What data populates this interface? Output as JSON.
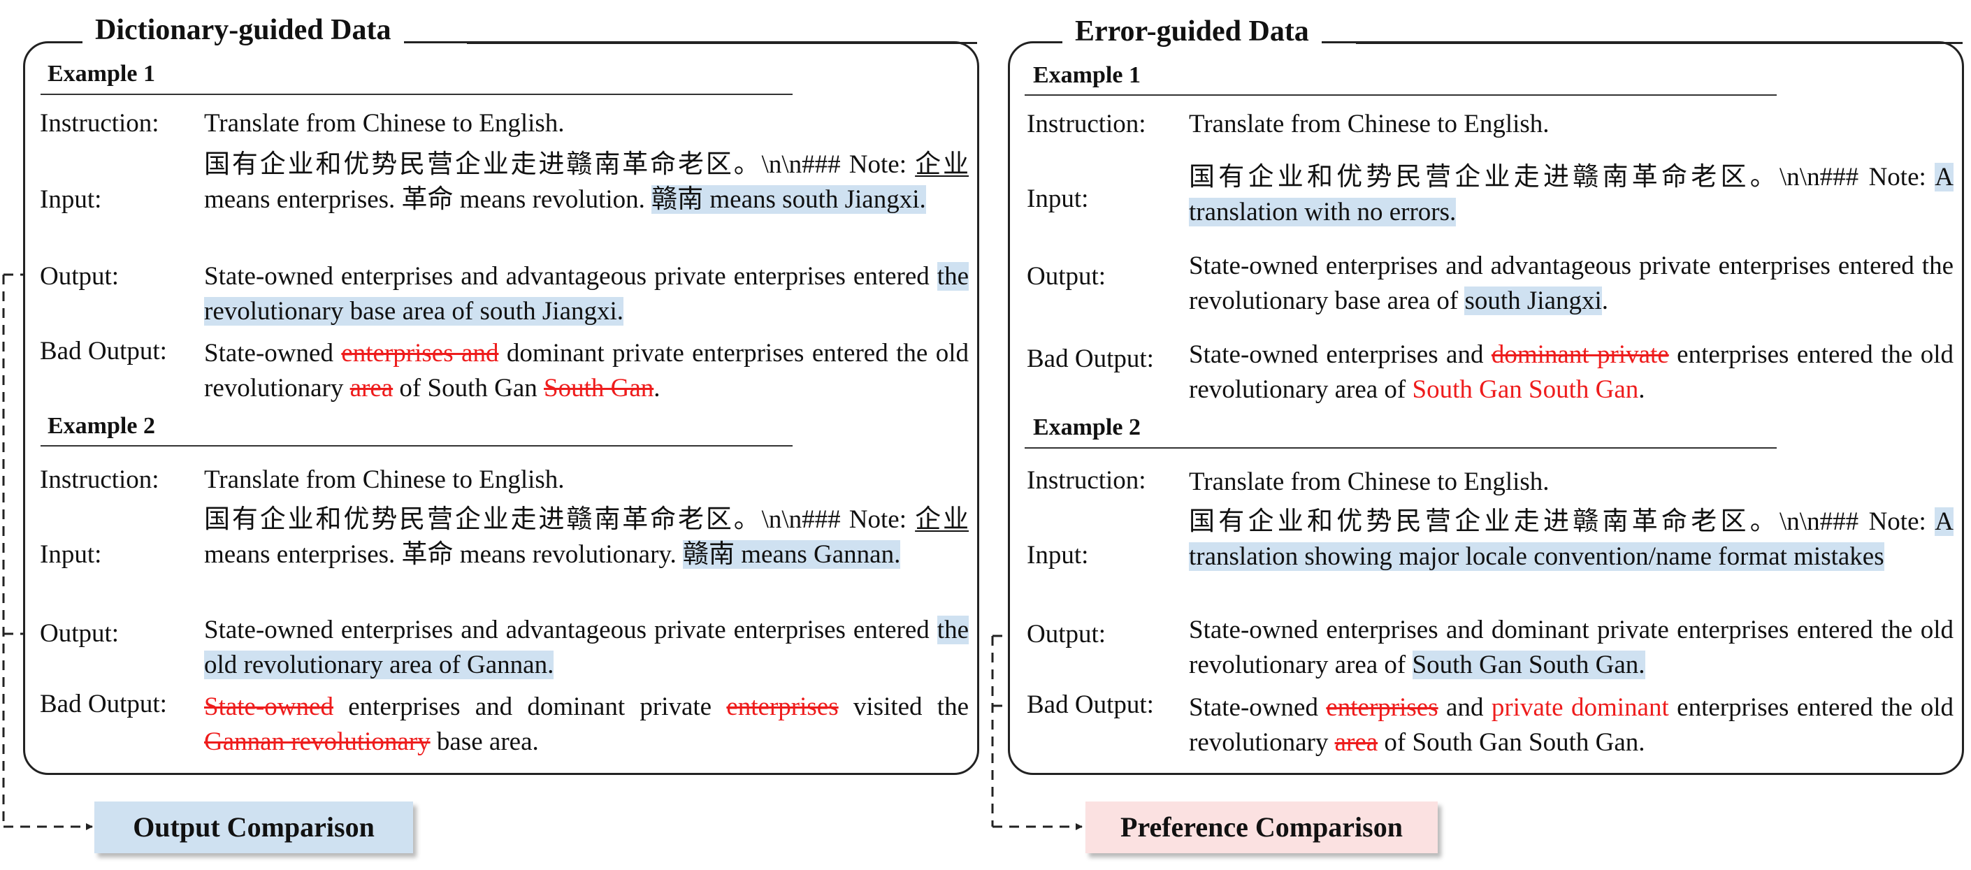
{
  "colors": {
    "highlight": "#cfe1f1",
    "error_red": "#ee1c1c",
    "output_comparison_bg": "#cfe1f1",
    "preference_comparison_bg": "#fbe1e1"
  },
  "panels": [
    {
      "title": "Dictionary-guided Data",
      "examples": [
        {
          "title": "Example 1",
          "rows": [
            {
              "label": "Instruction:",
              "segments": [
                {
                  "t": "Translate from Chinese to English."
                }
              ]
            },
            {
              "label": "Input:",
              "segments": [
                {
                  "t": "国有企业和优势民营企业走进赣南革命老区。\\n\\n###   Note: "
                },
                {
                  "t": "企业",
                  "s": "u"
                },
                {
                  "t": " means enterprises. 革命 means revolution. "
                },
                {
                  "t": "赣南 means south Jiangxi.",
                  "s": "hl"
                }
              ]
            },
            {
              "label": "Output:",
              "segments": [
                {
                  "t": "State-owned enterprises and advantageous private enterprises entered "
                },
                {
                  "t": "the revolutionary base area of south Jiangxi.",
                  "s": "hl"
                }
              ]
            },
            {
              "label": "Bad Output:",
              "segments": [
                {
                  "t": "State-owned "
                },
                {
                  "t": "enterprises and",
                  "s": "del"
                },
                {
                  "t": " dominant private enterprises entered the old revolutionary "
                },
                {
                  "t": "area",
                  "s": "del"
                },
                {
                  "t": " of South Gan "
                },
                {
                  "t": "South Gan",
                  "s": "del"
                },
                {
                  "t": "."
                }
              ]
            }
          ]
        },
        {
          "title": "Example 2",
          "rows": [
            {
              "label": "Instruction:",
              "segments": [
                {
                  "t": "Translate from Chinese to English."
                }
              ]
            },
            {
              "label": "Input:",
              "segments": [
                {
                  "t": "国有企业和优势民营企业走进赣南革命老区。\\n\\n###   Note: "
                },
                {
                  "t": "企业",
                  "s": "u"
                },
                {
                  "t": " means enterprises. 革命 means revolutionary. "
                },
                {
                  "t": "赣南 means Gannan.",
                  "s": "hl"
                }
              ]
            },
            {
              "label": "Output:",
              "segments": [
                {
                  "t": "State-owned enterprises and advantageous private enterprises entered "
                },
                {
                  "t": "the old revolutionary area of Gannan.",
                  "s": "hl"
                }
              ]
            },
            {
              "label": "Bad Output:",
              "segments": [
                {
                  "t": "State-owned",
                  "s": "del"
                },
                {
                  "t": " enterprises and dominant private "
                },
                {
                  "t": "enterprises",
                  "s": "del"
                },
                {
                  "t": " visited the "
                },
                {
                  "t": "Gannan revolutionary",
                  "s": "del"
                },
                {
                  "t": " base area."
                }
              ]
            }
          ]
        }
      ]
    },
    {
      "title": "Error-guided Data",
      "examples": [
        {
          "title": "Example 1",
          "rows": [
            {
              "label": "Instruction:",
              "segments": [
                {
                  "t": "Translate from Chinese to English."
                }
              ]
            },
            {
              "label": "Input:",
              "segments": [
                {
                  "t": "国有企业和优势民营企业走进赣南革命老区。\\n\\n###   Note: "
                },
                {
                  "t": "A translation with no errors.",
                  "s": "hl"
                }
              ]
            },
            {
              "label": "Output:",
              "segments": [
                {
                  "t": "State-owned enterprises and advantageous private enterprises entered the revolutionary base area of "
                },
                {
                  "t": "south Jiangxi",
                  "s": "hl"
                },
                {
                  "t": "."
                }
              ]
            },
            {
              "label": "Bad Output:",
              "segments": [
                {
                  "t": "State-owned enterprises and "
                },
                {
                  "t": "dominant private",
                  "s": "del"
                },
                {
                  "t": " enterprises entered the old revolutionary area of "
                },
                {
                  "t": "South Gan South Gan",
                  "s": "red"
                },
                {
                  "t": "."
                }
              ]
            }
          ]
        },
        {
          "title": "Example 2",
          "rows": [
            {
              "label": "Instruction:",
              "segments": [
                {
                  "t": "Translate from Chinese to English."
                }
              ]
            },
            {
              "label": "Input:",
              "segments": [
                {
                  "t": "国有企业和优势民营企业走进赣南革命老区。\\n\\n###   Note: "
                },
                {
                  "t": "A translation showing major locale convention/name format mistakes",
                  "s": "hl"
                }
              ]
            },
            {
              "label": "Output:",
              "segments": [
                {
                  "t": "State-owned enterprises and dominant private enterprises entered the old revolutionary area of "
                },
                {
                  "t": " South Gan South Gan. ",
                  "s": "hl"
                }
              ]
            },
            {
              "label": "Bad Output:",
              "segments": [
                {
                  "t": "State-owned "
                },
                {
                  "t": "enterprises",
                  "s": "del"
                },
                {
                  "t": " and "
                },
                {
                  "t": "private dominant",
                  "s": "red"
                },
                {
                  "t": " enterprises entered the old revolutionary "
                },
                {
                  "t": "area",
                  "s": "del"
                },
                {
                  "t": " of South Gan South Gan."
                }
              ]
            }
          ]
        }
      ]
    }
  ],
  "comparisons": [
    {
      "label": "Output Comparison"
    },
    {
      "label": "Preference Comparison"
    }
  ]
}
